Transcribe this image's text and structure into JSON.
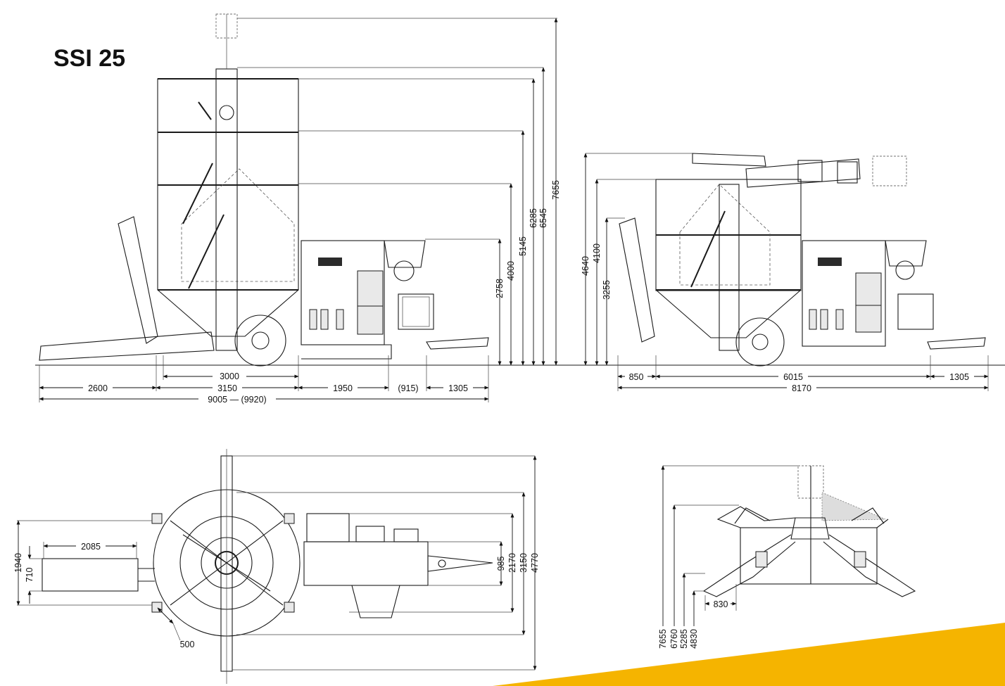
{
  "title": "SSI 25",
  "side_view": {
    "bottom_dims": [
      "3000",
      "2600",
      "3150",
      "1950",
      "(915)",
      "1305",
      "9005 — (9920)"
    ],
    "heights": [
      "2758",
      "4000",
      "5145",
      "6285",
      "6545",
      "7655"
    ]
  },
  "transport_view": {
    "bottom_dims": [
      "850",
      "6015",
      "1305",
      "8170"
    ],
    "heights": [
      "4640",
      "4100",
      "3255"
    ]
  },
  "top_view": {
    "left_dims": [
      "1940",
      "710",
      "2085"
    ],
    "right_dims": [
      "985",
      "2170",
      "3150",
      "4770"
    ],
    "corner_dim": "500"
  },
  "front_view": {
    "dims": [
      "7655",
      "6760",
      "5285",
      "4830",
      "830"
    ]
  },
  "colors": {
    "accent": "#F5B400",
    "line": "#1a1a1a"
  }
}
